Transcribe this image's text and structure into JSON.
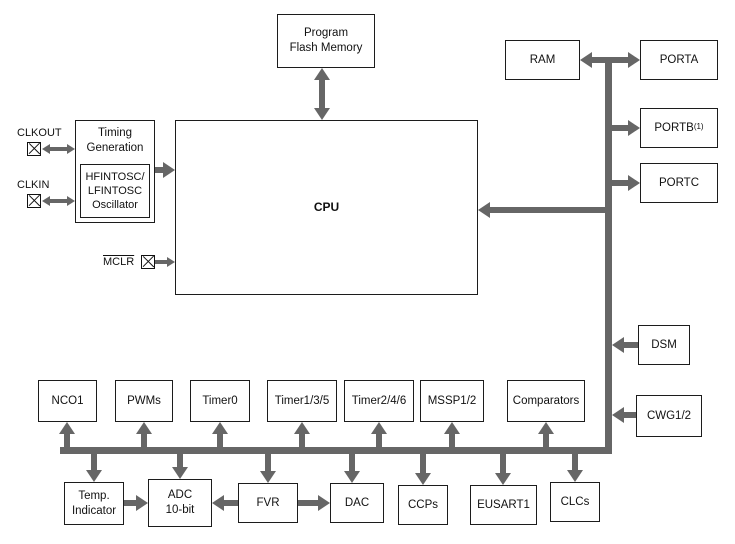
{
  "blocks": {
    "flash": "Program\nFlash Memory",
    "ram": "RAM",
    "porta": "PORTA",
    "portb": "PORTB",
    "portb_sup": "(1)",
    "portc": "PORTC",
    "timing": "Timing\nGeneration",
    "osc": "HFINTOSC/\nLFINTOSC\nOscillator",
    "cpu": "CPU",
    "dsm": "DSM",
    "cwg": "CWG1/2",
    "nco1": "NCO1",
    "pwms": "PWMs",
    "timer0": "Timer0",
    "timer135": "Timer1/3/5",
    "timer246": "Timer2/4/6",
    "mssp": "MSSP1/2",
    "comparators": "Comparators",
    "temp": "Temp.\nIndicator",
    "adc": "ADC\n10-bit",
    "fvr": "FVR",
    "dac": "DAC",
    "ccps": "CCPs",
    "eusart": "EUSART1",
    "clcs": "CLCs"
  },
  "pins": {
    "clkout": "CLKOUT",
    "clkin": "CLKIN",
    "mclr": "MCLR"
  },
  "icons": {
    "pin": "x-box-pin-icon"
  },
  "colors": {
    "arrow": "#666666",
    "box_border": "#1c1c1c",
    "background": "#ffffff"
  }
}
